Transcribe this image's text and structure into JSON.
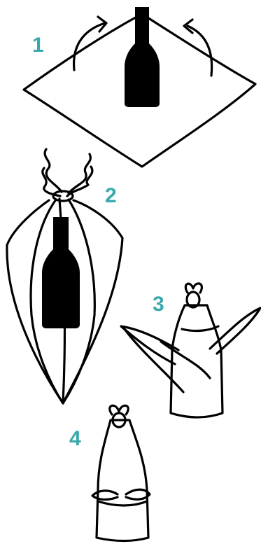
{
  "steps": [
    {
      "label": "1"
    },
    {
      "label": "2"
    },
    {
      "label": "3"
    },
    {
      "label": "4"
    }
  ],
  "colors": {
    "step_number": "#3aa9ad",
    "line": "#000000",
    "bottle": "#000000",
    "background": "#ffffff"
  },
  "icons": {
    "bottle": "wine-bottle-icon",
    "arrow": "curved-arrow-icon"
  }
}
